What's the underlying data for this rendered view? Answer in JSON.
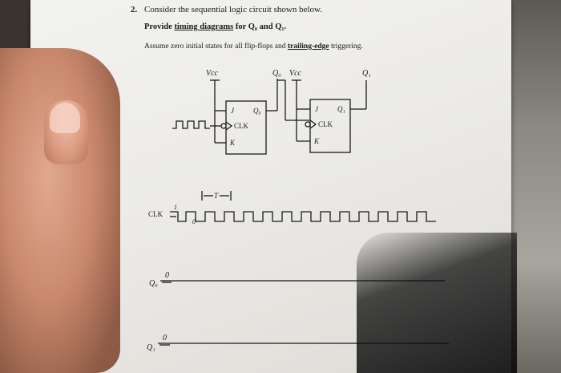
{
  "question": {
    "number": "2.",
    "line1": "Consider the sequential logic circuit shown below.",
    "line2_pre": "Provide ",
    "line2_ul": "timing diagrams",
    "line2_post": " for Q₀ and Q₁.",
    "line3_pre": "Assume zero initial states for all flip-flops and ",
    "line3_ul": "trailing-edge",
    "line3_post": " triggering."
  },
  "circuit": {
    "vcc_left": "Vcc",
    "q0_top": "Q₀",
    "vcc_right": "Vcc",
    "q1_top": "Q₁",
    "ff0": {
      "j": "J",
      "k": "K",
      "clk": "CLK",
      "q": "Q₀"
    },
    "ff1": {
      "j": "J",
      "k": "K",
      "clk": "CLK",
      "q": "Q₁"
    }
  },
  "timing": {
    "period_label": "T",
    "clk_label": "CLK",
    "clk_mark_1": "1",
    "clk_mark_0": "0",
    "q0_label": "Q₀",
    "q0_initial": "0",
    "q1_label": "Q₁",
    "q1_initial": "0"
  }
}
